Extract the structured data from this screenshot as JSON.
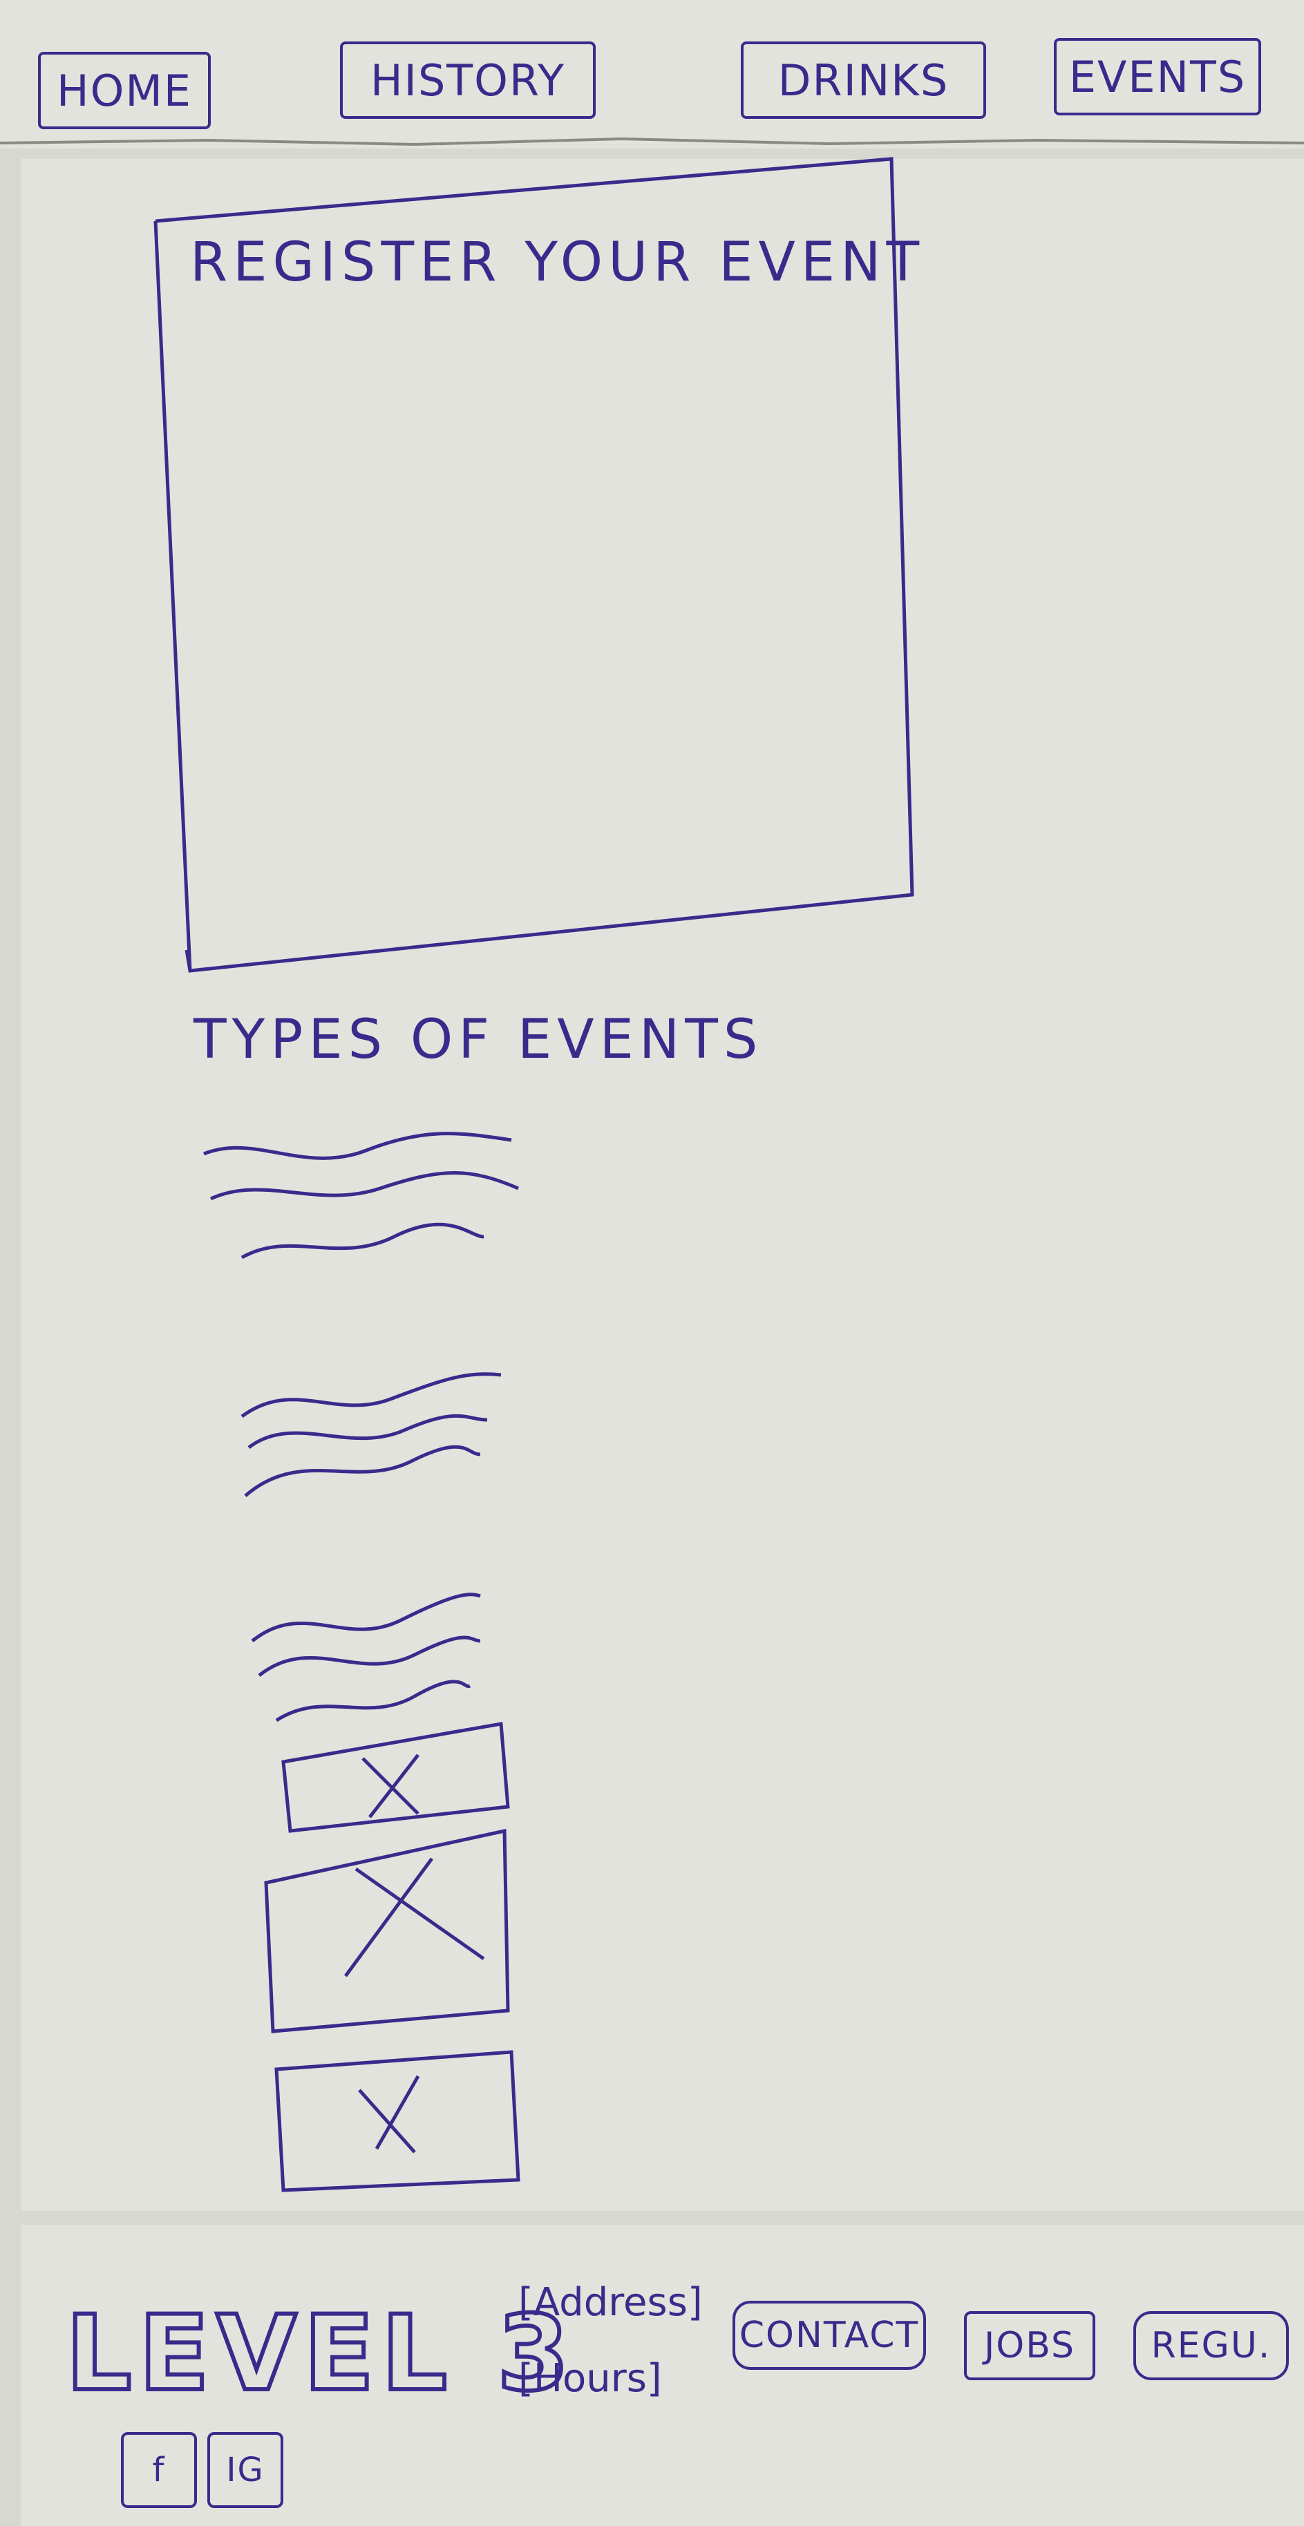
{
  "nav": {
    "items": [
      {
        "label": "HOME"
      },
      {
        "label": "HISTORY"
      },
      {
        "label": "DRINKS"
      },
      {
        "label": "EVENTS"
      }
    ]
  },
  "register": {
    "title": "REGISTER YOUR EVENT"
  },
  "types": {
    "title": "TYPES OF EVENTS"
  },
  "footer": {
    "logo": "LEVEL 3",
    "address": "[Address]",
    "hours": "[Hours]",
    "contact": "CONTACT",
    "jobs": "JOBS",
    "regulars": "REGU.",
    "facebook": "f",
    "instagram": "IG"
  },
  "colors": {
    "ink": "#3b2a8c",
    "paper": "#e2e3dc"
  }
}
